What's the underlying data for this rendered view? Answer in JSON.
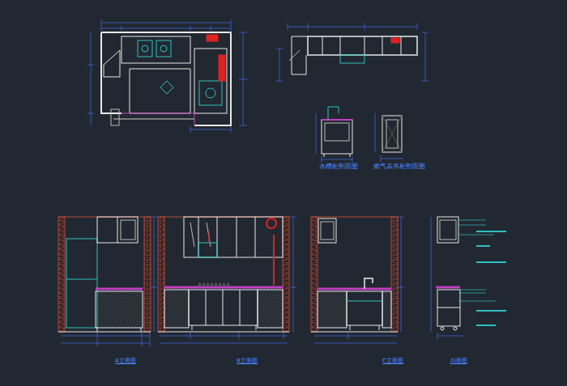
{
  "diagram": {
    "labels": [
      "水槽柜剖面图",
      "燃气表吊柜剖面图",
      "A立面图",
      "B立面图",
      "C立面图",
      "剖面图"
    ]
  }
}
